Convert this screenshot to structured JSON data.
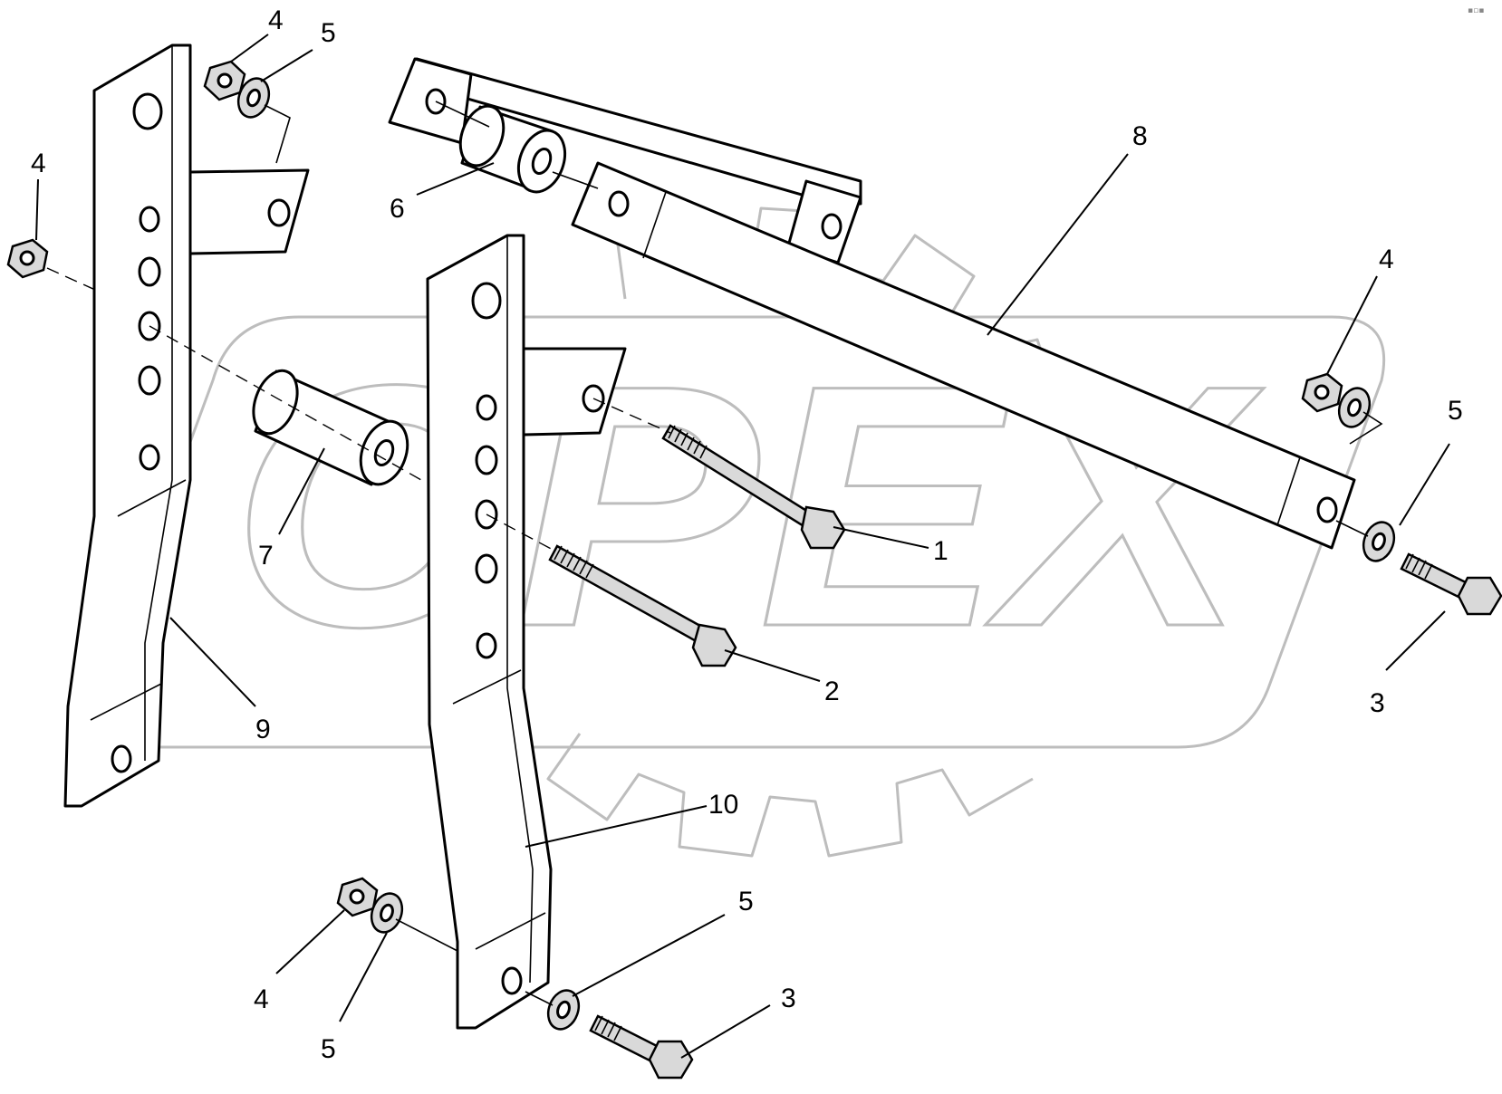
{
  "watermark": {
    "text": "OPEX"
  },
  "corner_mark": "▪▫▪",
  "callouts": [
    {
      "id": "c1",
      "text": "1"
    },
    {
      "id": "c2",
      "text": "2"
    },
    {
      "id": "c3a",
      "text": "3"
    },
    {
      "id": "c3b",
      "text": "3"
    },
    {
      "id": "c4a",
      "text": "4"
    },
    {
      "id": "c4b",
      "text": "4"
    },
    {
      "id": "c4c",
      "text": "4"
    },
    {
      "id": "c4d",
      "text": "4"
    },
    {
      "id": "c5a",
      "text": "5"
    },
    {
      "id": "c5b",
      "text": "5"
    },
    {
      "id": "c5c",
      "text": "5"
    },
    {
      "id": "c5d",
      "text": "5"
    },
    {
      "id": "c6",
      "text": "6"
    },
    {
      "id": "c7",
      "text": "7"
    },
    {
      "id": "c8",
      "text": "8"
    },
    {
      "id": "c9",
      "text": "9"
    },
    {
      "id": "c10",
      "text": "10"
    }
  ]
}
